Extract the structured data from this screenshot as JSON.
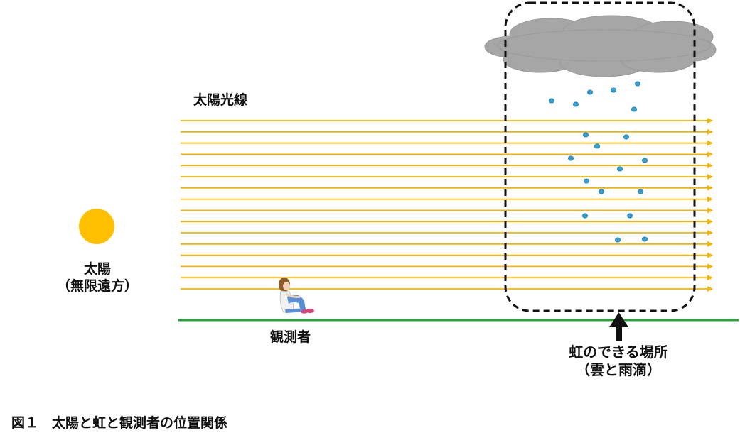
{
  "colors": {
    "ray": "#f6b400",
    "sun": "#ffc000",
    "ground": "#22a83a",
    "cloud": "#a6a6a6",
    "cloud_edge": "#9a9a9a",
    "drop": "#2e9ed8",
    "drop_edge": "#1f6e99",
    "frame": "#111111",
    "arrow": "#111111"
  },
  "icons": {
    "sun": "sun-icon",
    "cloud": "cloud-icon",
    "raindrop": "raindrop-icon",
    "observer": "seated-person-icon",
    "arrow": "arrow-up-icon"
  },
  "labels": {
    "rays": "太陽光線",
    "sun_line1": "太陽",
    "sun_line2": "（無限遠方）",
    "observer": "観測者",
    "rainbow_line1": "虹のできる場所",
    "rainbow_line2": "（雲と雨滴）",
    "caption": "図１　太陽と虹と観測者の位置関係"
  },
  "rays": {
    "count": 16
  },
  "raindrops": {
    "count": 20
  }
}
